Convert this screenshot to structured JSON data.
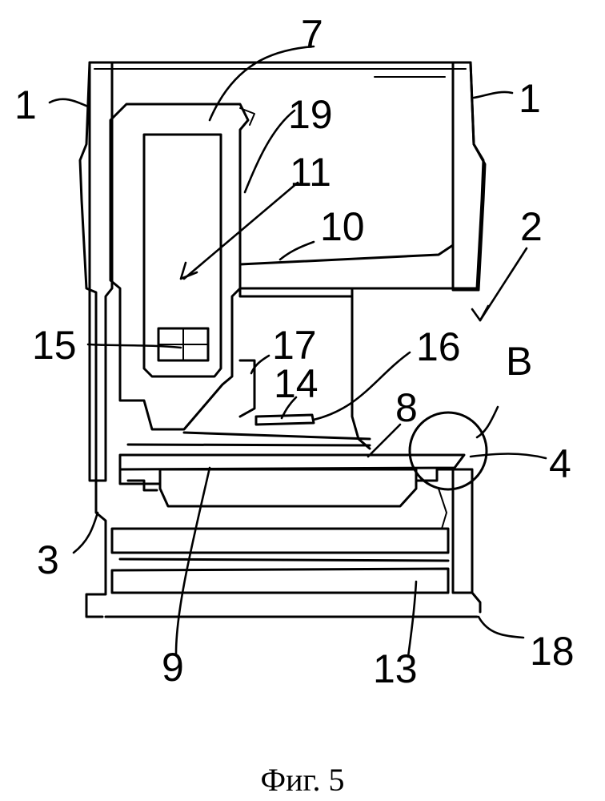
{
  "figure": {
    "caption": "Фиг. 5",
    "labels": {
      "l1_left": "1",
      "l1_right": "1",
      "l2": "2",
      "l3": "3",
      "l4": "4",
      "l7": "7",
      "l8": "8",
      "l9": "9",
      "l10": "10",
      "l11": "11",
      "l13": "13",
      "l14": "14",
      "l15": "15",
      "l16": "16",
      "l17": "17",
      "l18": "18",
      "l19": "19",
      "lB": "B"
    }
  }
}
